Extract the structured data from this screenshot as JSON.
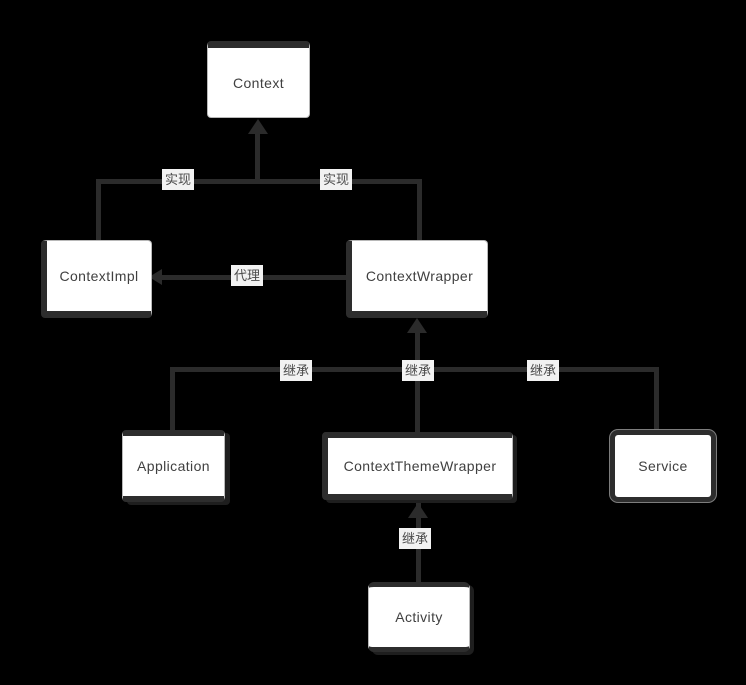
{
  "diagram": {
    "type": "class-diagram",
    "colors": {
      "background": "#000000",
      "connector": "#2b2b2b",
      "node_fill": "#ffffff",
      "node_border": "#b8b8b8",
      "node_accent": "#2d2d2d",
      "node_text": "#404040",
      "label_bg": "#f2f2f2",
      "label_text": "#4a4a4a"
    },
    "nodes": [
      {
        "id": "context",
        "label": "Context"
      },
      {
        "id": "contextimpl",
        "label": "ContextImpl"
      },
      {
        "id": "contextwrapper",
        "label": "ContextWrapper"
      },
      {
        "id": "application",
        "label": "Application"
      },
      {
        "id": "contextthemewrapper",
        "label": "ContextThemeWrapper"
      },
      {
        "id": "service",
        "label": "Service"
      },
      {
        "id": "activity",
        "label": "Activity"
      }
    ],
    "edges": [
      {
        "from": "ContextImpl",
        "to": "Context",
        "label": "实现"
      },
      {
        "from": "ContextWrapper",
        "to": "Context",
        "label": "实现"
      },
      {
        "from": "ContextWrapper",
        "to": "ContextImpl",
        "label": "代理"
      },
      {
        "from": "Application",
        "to": "ContextWrapper",
        "label": "继承"
      },
      {
        "from": "ContextThemeWrapper",
        "to": "ContextWrapper",
        "label": "继承"
      },
      {
        "from": "Service",
        "to": "ContextWrapper",
        "label": "继承"
      },
      {
        "from": "Activity",
        "to": "ContextThemeWrapper",
        "label": "继承"
      }
    ]
  }
}
